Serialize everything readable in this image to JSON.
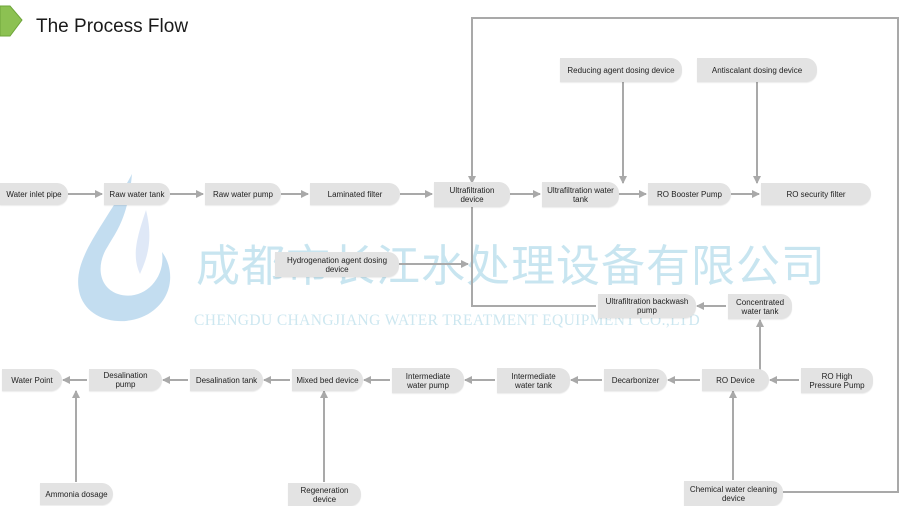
{
  "title": "The Process Flow",
  "colors": {
    "node_fill": "#e3e3e3",
    "line": "#a9a9a9",
    "accent_green": "#7ab648",
    "watermark": "#bfe1ee"
  },
  "watermark": {
    "cn": "成都市长江水处理设备有限公司",
    "en": "CHENGDU CHANGJIANG WATER TREATMENT EQUIPMENT CO.,LTD"
  },
  "nodes": {
    "water_inlet_pipe": "Water inlet pipe",
    "raw_water_tank": "Raw water tank",
    "raw_water_pump": "Raw water pump",
    "laminated_filter": "Laminated filter",
    "ultrafiltration_device": "Ultrafiltration device",
    "ultrafiltration_water_tank": "Ultrafiltration water tank",
    "ro_booster_pump": "RO Booster Pump",
    "ro_security_filter": "RO security filter",
    "reducing_agent_dosing": "Reducing agent dosing device",
    "antiscalant_dosing": "Antiscalant dosing device",
    "hydrogenation_agent_dosing": "Hydrogenation agent dosing device",
    "uf_backwash_pump": "Ultrafiltration backwash pump",
    "concentrated_water_tank": "Concentrated water tank",
    "water_point": "Water Point",
    "desalination_pump": "Desalination pump",
    "desalination_tank": "Desalination tank",
    "mixed_bed_device": "Mixed bed device",
    "intermediate_water_pump": "Intermediate water pump",
    "intermediate_water_tank": "Intermediate water tank",
    "decarbonizer": "Decarbonizer",
    "ro_device": "RO Device",
    "ro_high_pressure_pump": "RO High Pressure Pump",
    "ammonia_dosage": "Ammonia dosage",
    "regeneration_device": "Regeneration device",
    "chemical_water_cleaning": "Chemical water cleaning device"
  }
}
